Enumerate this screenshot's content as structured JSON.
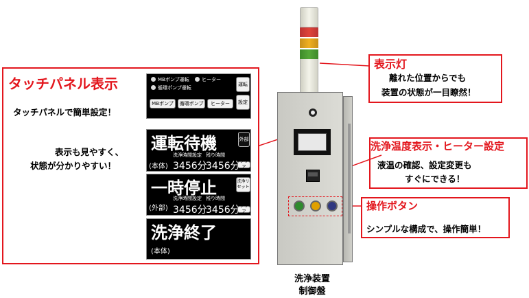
{
  "touch_panel_section": {
    "title": "タッチパネル表示",
    "desc1": "タッチパネルで簡単設定！",
    "desc2_line1": "表示も見やすく、",
    "desc2_line2": "状態が分かりやすい！"
  },
  "screen1": {
    "radio1": "MBポンプ運転",
    "radio2": "ヒーター",
    "radio3": "循環ポンプ運転",
    "btn_mb": "MBポンプ",
    "btn_circ": "循環ポンプ",
    "btn_heater": "ヒーター",
    "btn_run": "運転",
    "btn_set": "設定"
  },
  "screen2": {
    "status": "運転待機",
    "tag": "(本体)",
    "label_set": "洗浄時間設定",
    "label_remain": "残り時間",
    "value_set": "3456分",
    "value_remain": "3456分",
    "btn_top": "外部",
    "btn_clear": "クリア"
  },
  "screen3": {
    "status": "一時停止",
    "tag": "(外部)",
    "label_set": "洗浄時間設定",
    "label_remain": "残り時間",
    "value_set": "3456分",
    "value_remain": "3456分",
    "btn_top": "洗浄リセット",
    "btn_clear": "クリア"
  },
  "screen4": {
    "status": "洗浄終了",
    "tag": "(本体)"
  },
  "indicator_section": {
    "title": "表示灯",
    "line1": "離れた位置からでも",
    "line2": "装置の状態が一目瞭然！"
  },
  "temperature_section": {
    "title": "洗浄温度表示・ヒーター設定",
    "line1": "液温の確認、設定変更も",
    "line2": "すぐにできる！"
  },
  "operation_section": {
    "title": "操作ボタン",
    "line1": "シンプルな構成で、操作簡単！"
  },
  "cabinet": {
    "caption_line1": "洗浄装置",
    "caption_line2": "制御盤"
  },
  "colors": {
    "accent_red": "#e3161d",
    "lamp_red": "#e0443a",
    "lamp_yellow": "#f0b020",
    "lamp_green": "#55a838",
    "button_green": "#2e8b2e",
    "button_yellow": "#e0a000",
    "button_blue": "#303880"
  }
}
